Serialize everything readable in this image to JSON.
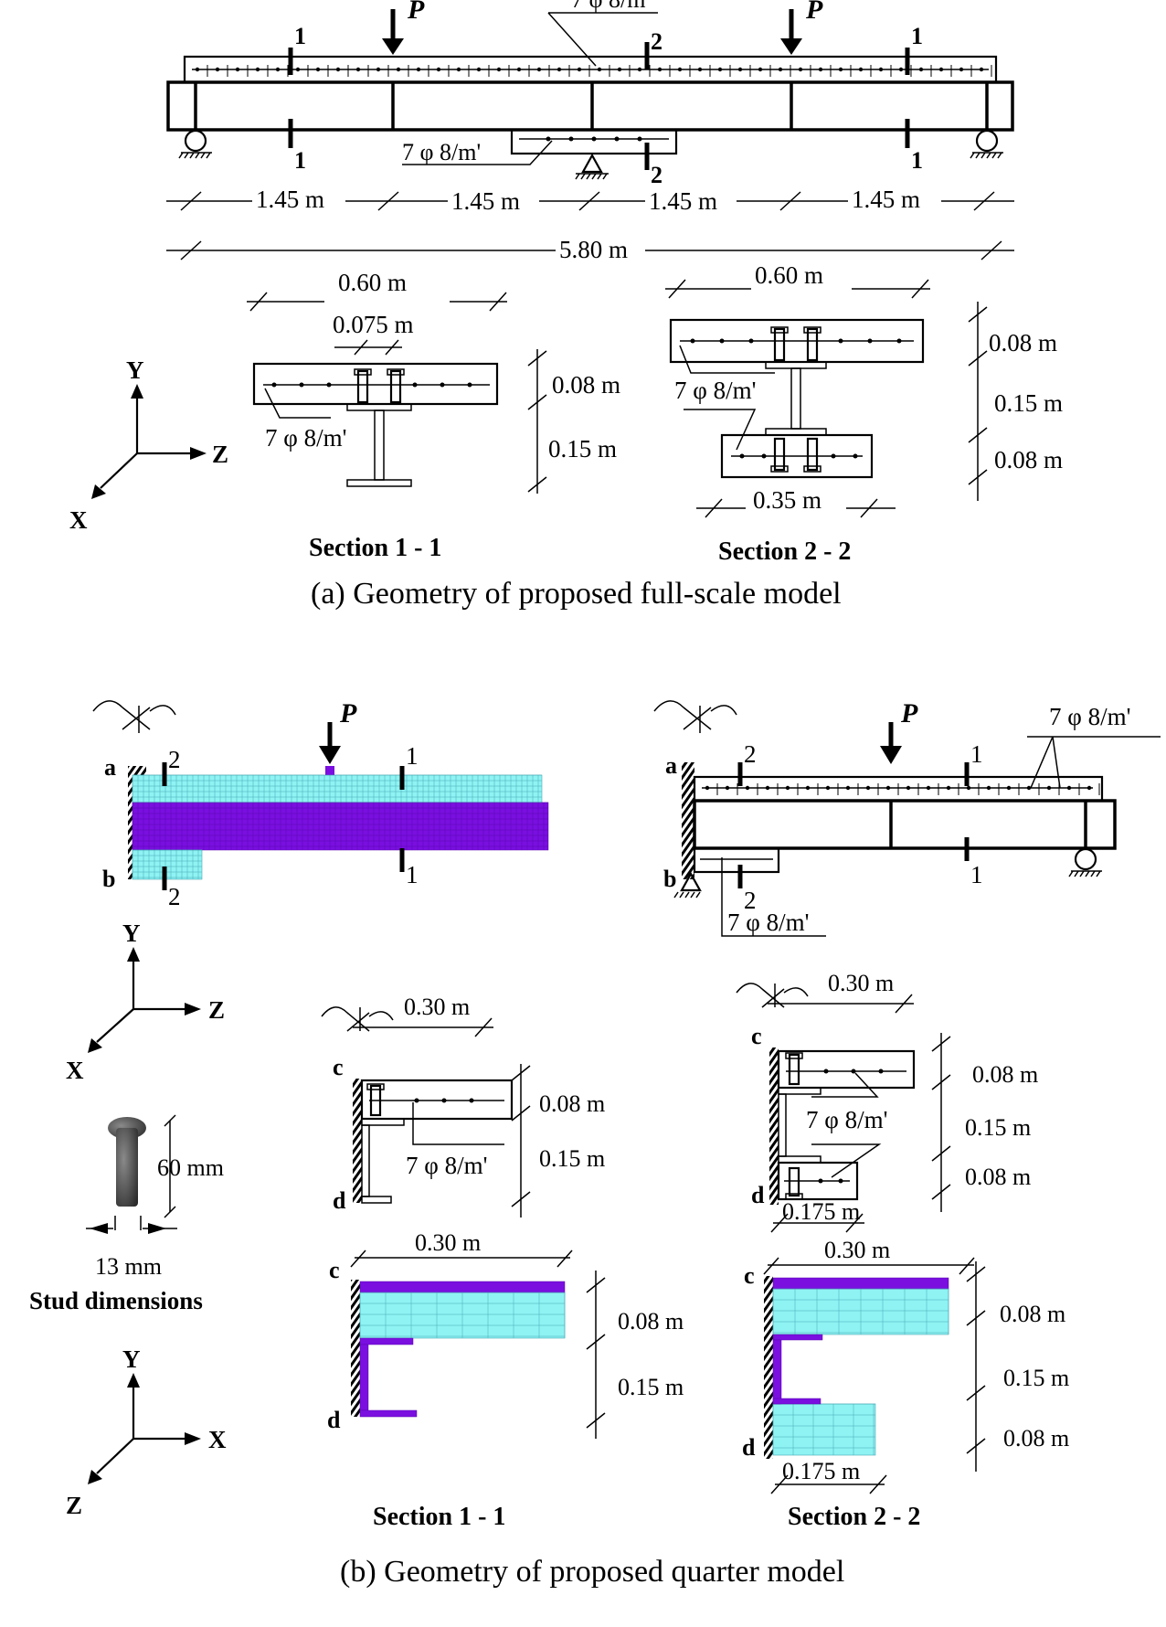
{
  "labels": {
    "load": "P",
    "sec1": "1",
    "sec2": "2",
    "point_a": "a",
    "point_b": "b",
    "point_c": "c",
    "point_d": "d",
    "axis_x": "X",
    "axis_y": "Y",
    "axis_z": "Z"
  },
  "full_model": {
    "rebar": "7 φ 8/m'",
    "span_dims": [
      "1.45 m",
      "1.45 m",
      "1.45 m",
      "1.45 m"
    ],
    "total_span": "5.80 m",
    "sec11": {
      "width": "0.60 m",
      "stud_spacing": "0.075 m",
      "slab_depth": "0.08 m",
      "steel_depth": "0.15 m",
      "rebar": "7 φ 8/m'",
      "title": "Section 1 - 1"
    },
    "sec22": {
      "width": "0.60 m",
      "slab_depth": "0.08 m",
      "steel_depth": "0.15 m",
      "bottom_depth": "0.08 m",
      "bottom_width": "0.35 m",
      "rebar": "7 φ 8/m'",
      "title": "Section 2 - 2"
    },
    "caption": "(a) Geometry of proposed full-scale model"
  },
  "quarter_model": {
    "rebar": "7 φ 8/m'",
    "stud": {
      "height": "60 mm",
      "diameter": "13 mm",
      "title": "Stud dimensions"
    },
    "sec11": {
      "width": "0.30 m",
      "slab_depth": "0.08 m",
      "steel_depth": "0.15 m",
      "rebar": "7 φ 8/m'",
      "title": "Section 1 - 1"
    },
    "sec22": {
      "width": "0.30 m",
      "slab_depth": "0.08 m",
      "steel_depth": "0.15 m",
      "bottom_depth": "0.08 m",
      "bottom_width": "0.175 m",
      "rebar": "7 φ 8/m'",
      "title": "Section 2 - 2"
    },
    "caption": "(b) Geometry of proposed quarter model"
  },
  "colors": {
    "concrete_mesh": "#8ff3f3",
    "steel_mesh": "#7a0fe0",
    "lines": "#000000"
  }
}
